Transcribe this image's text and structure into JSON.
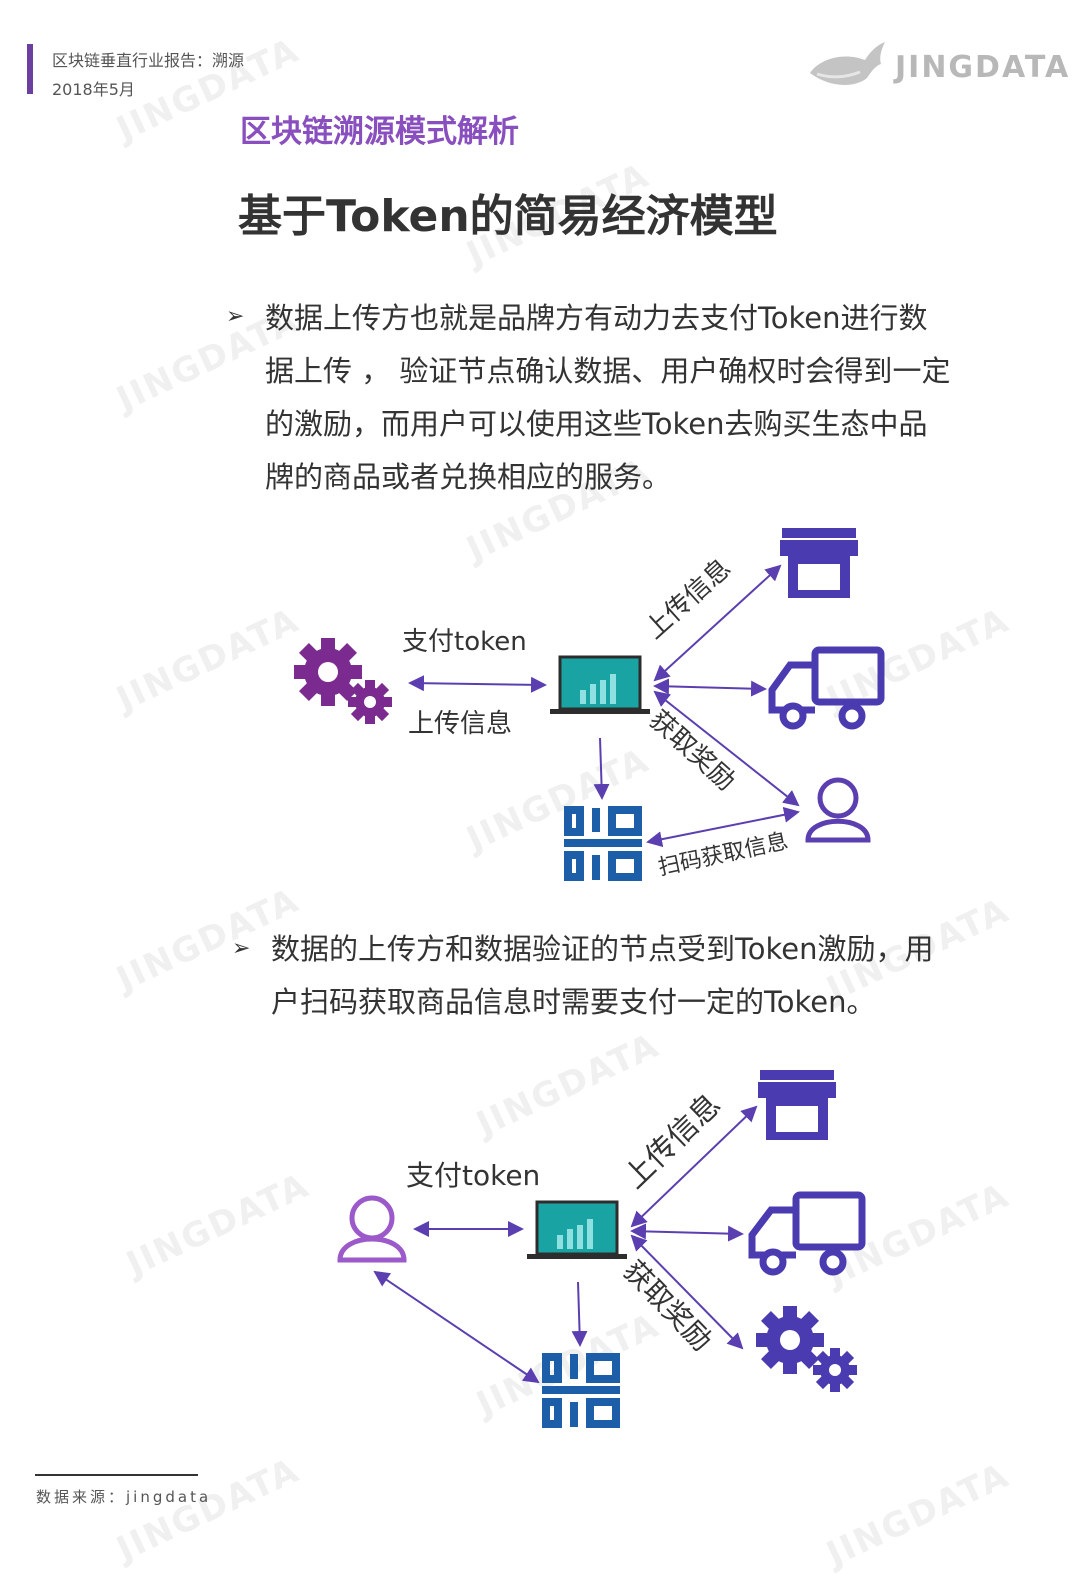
{
  "header": {
    "report_title": "区块链垂直行业报告：溯源",
    "date": "2018年5月",
    "logo_text": "JINGDATA"
  },
  "watermark": "JINGDATA",
  "section_title": "区块链溯源模式解析",
  "main_title": "基于Token的简易经济模型",
  "bullet1": {
    "lines": [
      "数据上传方也就是品牌方有动力去支付Token进行数",
      "据上传 ， 验证节点确认数据、用户确权时会得到一定",
      "的激励，而用户可以使用这些Token去购买生态中品",
      "牌的商品或者兑换相应的服务。"
    ]
  },
  "diagram1": {
    "pay_token": "支付token",
    "upload_info_left": "上传信息",
    "upload_info_right": "上传信息",
    "get_reward": "获取奖励",
    "scan_info": "扫码获取信息"
  },
  "bullet2": {
    "lines": [
      "数据的上传方和数据验证的节点受到Token激励，用",
      "户扫码获取商品信息时需要支付一定的Token。"
    ]
  },
  "diagram2": {
    "pay_token": "支付token",
    "upload_info": "上传信息",
    "get_reward": "获取奖励"
  },
  "footer": {
    "source": "数据来源：jingdata"
  },
  "colors": {
    "purple_accent": "#8a4fbf",
    "gear_purple": "#7b2a8f",
    "icon_indigo": "#4b3bb0",
    "qr_blue": "#1c5ea8",
    "laptop_teal": "#1aa3a3",
    "user_purple": "#9b59c9"
  }
}
